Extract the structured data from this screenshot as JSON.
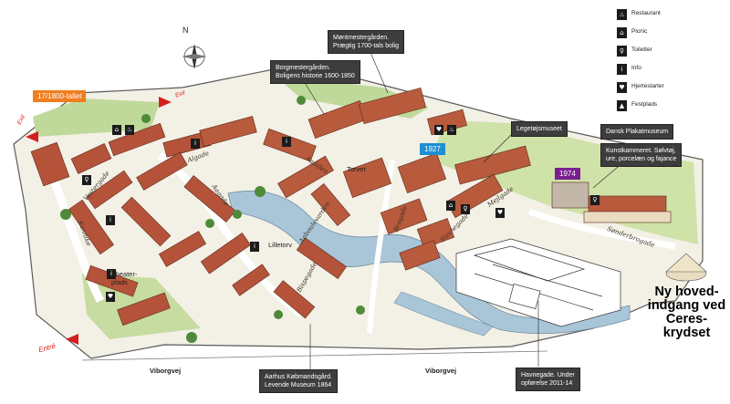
{
  "title_lines": [
    "Ny hoved-",
    "indgang ved",
    "Ceres-",
    "krydset"
  ],
  "legend": [
    {
      "icon": "restaurant-icon",
      "glyph": "♨",
      "label": "Restaurant"
    },
    {
      "icon": "picnic-icon",
      "glyph": "⌂",
      "label": "Picnic"
    },
    {
      "icon": "toilet-icon",
      "glyph": "♀",
      "label": "Toiletter"
    },
    {
      "icon": "info-icon",
      "glyph": "i",
      "label": "Info"
    },
    {
      "icon": "heart-starter-icon",
      "glyph": "♥",
      "label": "Hjertestarter"
    },
    {
      "icon": "festival-icon",
      "glyph": "▲",
      "label": "Festplads"
    }
  ],
  "era_tags": {
    "t1800": "17/1800-tallet",
    "t1927": "1927",
    "t1974": "1974"
  },
  "callouts": {
    "borgmester": [
      "Borgmestergården.",
      "Boligens historie 1600-1850"
    ],
    "montmester": [
      "Møntmestergården.",
      "Prægtig 1700-tals bolig"
    ],
    "legetoj": [
      "Legetøjsmuseet"
    ],
    "plakat": [
      "Dansk Plakatmuseum"
    ],
    "kunstkammer": [
      "Kunstkammeret. Sølvtøj,",
      "ure, porcelæn og fajance"
    ],
    "kobmand": [
      "Aarhus Købmandsgård.",
      "Levende Museum 1864"
    ],
    "havnegade": [
      "Havnegade. Under",
      "opførelse 2011-14"
    ]
  },
  "streets": {
    "algade": "Algade",
    "aasiden": "Aasiden",
    "vestergade": "Vestergade",
    "aagade": "Aagade",
    "aaboulevard": "Aaboulevarden",
    "kerteminde": "Kannike",
    "bispegade": "Bispegade",
    "sonderbrogade": "Sønderbrogade",
    "brogade": "Brogade",
    "mejlgade": "Mejlgade",
    "havnegade": "Havnegade"
  },
  "places": {
    "torvet": "Torvet",
    "lilletorv": "Lilletorv",
    "theater": [
      "Theater-",
      "plads"
    ]
  },
  "roads": {
    "viborgvej_left": "Viborgvej",
    "viborgvej_right": "Viborgvej"
  },
  "entries": {
    "entre": "Entré",
    "exit_left": "Exit",
    "exit_top": "Exit"
  },
  "compass_letter": "N",
  "colors": {
    "tag_1800": "#f07d1e",
    "tag_1927": "#1f8fd1",
    "tag_1974": "#7a1f8f",
    "water": "#a9c6d9",
    "grass": "#bfd99a",
    "roof": "#b5533a",
    "wall": "#e9dcc1",
    "arrow": "#d41f1f"
  }
}
